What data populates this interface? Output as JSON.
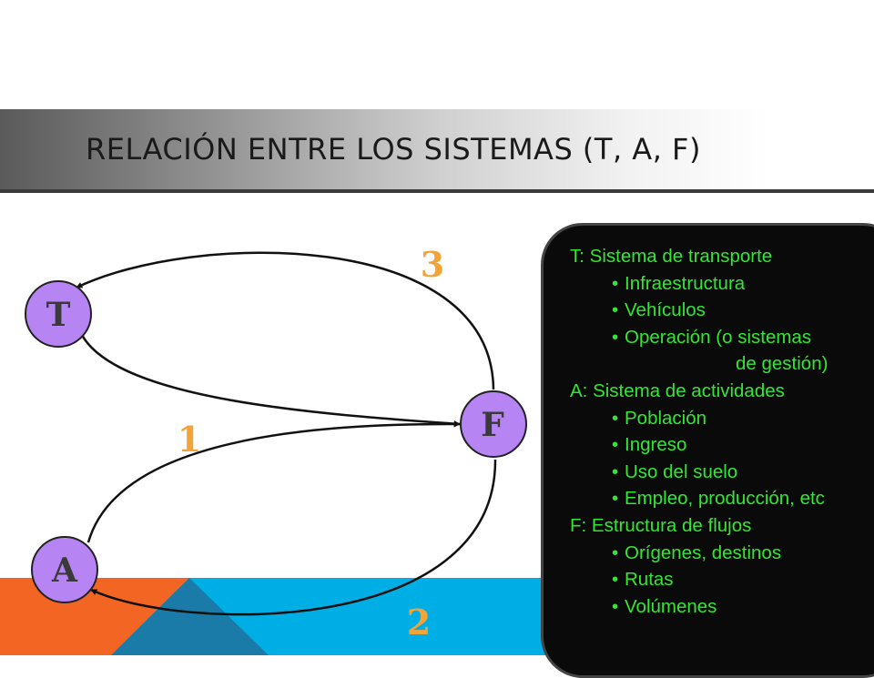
{
  "slide": {
    "title": "RELACIÓN ENTRE LOS SISTEMAS (T, A, F)"
  },
  "diagram": {
    "nodes": [
      {
        "id": "T",
        "label": "T"
      },
      {
        "id": "A",
        "label": "A"
      },
      {
        "id": "F",
        "label": "F"
      }
    ],
    "edges": [
      {
        "from": "T",
        "to": "F",
        "label": ""
      },
      {
        "from": "A",
        "to": "F",
        "label": "1"
      },
      {
        "from": "F",
        "to": "A",
        "label": "2"
      },
      {
        "from": "F",
        "to": "T",
        "label": "3"
      }
    ],
    "colors": {
      "node_fill": "#b784f4",
      "node_stroke": "#222222",
      "edge": "#111111",
      "edge_label": "#f0a43a",
      "info_text": "#33e633",
      "info_bg": "#0a0a0a",
      "band_orange": "#f26522",
      "band_blue": "#00aee6",
      "band_blue_dark": "#1b7ba8"
    }
  },
  "info": {
    "bullet": "•",
    "sections": [
      {
        "heading": "T: Sistema de transporte",
        "items": [
          "Infraestructura",
          "Vehículos",
          "Operación (o sistemas"
        ],
        "continuation": "de gestión)"
      },
      {
        "heading": "A: Sistema de actividades",
        "items": [
          "Población",
          "Ingreso",
          "Uso del suelo",
          "Empleo, producción, etc"
        ]
      },
      {
        "heading": "F: Estructura de flujos",
        "items": [
          "Orígenes, destinos",
          "Rutas",
          "Volúmenes"
        ]
      }
    ]
  }
}
